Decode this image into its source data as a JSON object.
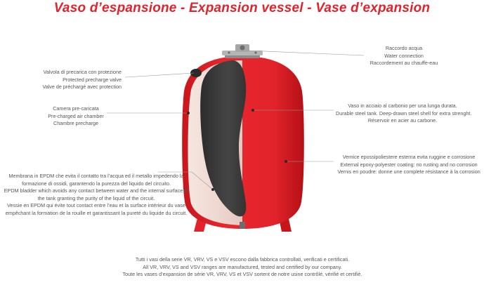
{
  "title": "Vaso d’espansione - Expansion vessel - Vase d’expansion",
  "colors": {
    "title": "#e3232b",
    "vessel_red": "#e3232b",
    "membrane": "#3a3a3a",
    "text": "#555555",
    "leader_line": "#9a9a9a"
  },
  "callouts": {
    "connection": {
      "lines": [
        "Raccordo acqua",
        "Water connection",
        "Raccordement au chauffe-eau"
      ]
    },
    "precharge_valve": {
      "lines": [
        "Valvola di precarica con protezione",
        "Protected precharge valve",
        "Valve de préchargé avec protection"
      ]
    },
    "air_chamber": {
      "lines": [
        "Camera pre-caricata",
        "Pre-charged air chamber",
        "Chambre precharge"
      ]
    },
    "steel_tank": {
      "lines": [
        "Vaso in acciaio al carbonio per una lunga durata.",
        "Durable steel tank. Deep-drawn steel shell for extra strenght.",
        "Réservoir en acier au carbone."
      ]
    },
    "paint": {
      "lines": [
        "Vernice epossipoliestere esterna evita ruggine e corrosione",
        "External epoxy-polyester coating: no rusting and no corrosion",
        "Vernis en poudre: donne une complete résistance à la corrosion"
      ]
    },
    "membrane": {
      "lines": [
        "Membrana in EPDM che evita il contatto tra l’acqua ed il metallo impedendo la",
        "formazione di ossidi, garantendo la purezza del liquido del circuito.",
        "EPDM bladder which avoids any contact between water and the internal surface of",
        "the tank granting the purity of the liquid of the circuit.",
        "Vessie en EPDM qui évite tout contact entre l’eau et la surface intérieur du vase",
        "empêchant la formation de la rouille et garantissant la pureté du liquide du circuit."
      ]
    }
  },
  "footer": {
    "lines": [
      "Tutti i vasi della serie VR, VRV, VS e VSV escono dalla fabbrica controllati, verificati e certificati.",
      "All VR, VRV, VS and VSV ranges are manufactured, tested and certified by our company.",
      "Toute les vases d’expansion de série VR, VRV, VS et VSV sortent de notre usine contrôlé, vérifié et certifié."
    ]
  }
}
